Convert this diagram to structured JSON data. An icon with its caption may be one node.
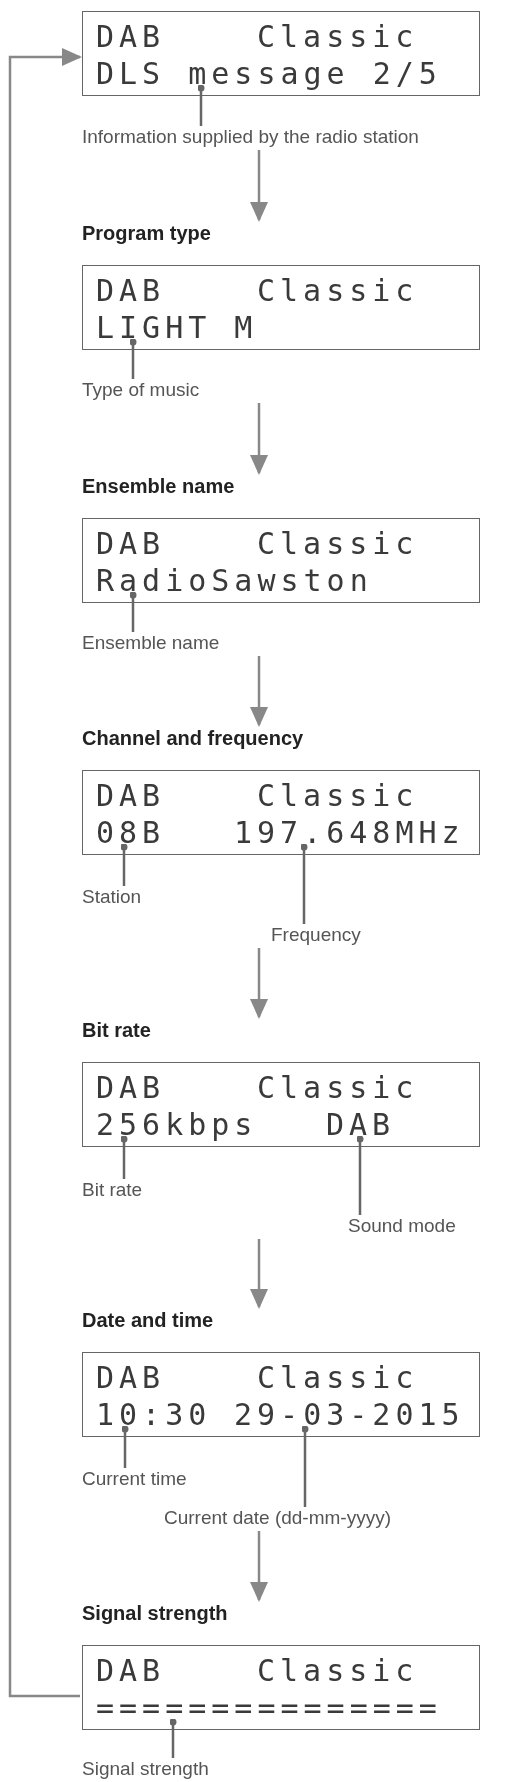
{
  "diagram": {
    "nodes": [
      {
        "text": [
          "DAB",
          "Classic",
          "DLS message 2/5"
        ]
      },
      {
        "text": [
          "Information supplied by the radio station"
        ]
      },
      {
        "text": [
          "Program type",
          "DAB",
          "Classic",
          "LIGHT M"
        ]
      },
      {
        "text": [
          "Type of music"
        ]
      },
      {
        "text": [
          "Ensemble name",
          "DAB",
          "Classic",
          "RadioSawston"
        ]
      },
      {
        "text": [
          "Ensemble name"
        ]
      },
      {
        "text": [
          "Channel and frequency",
          "DAB",
          "Classic",
          "08B",
          "197.648MHz"
        ]
      },
      {
        "text": [
          "Station"
        ]
      },
      {
        "text": [
          "Frequency"
        ]
      },
      {
        "text": [
          "Bit rate",
          "DAB",
          "Classic",
          "256kbps",
          "DAB"
        ]
      },
      {
        "text": [
          "Bit rate"
        ]
      },
      {
        "text": [
          "Sound mode"
        ]
      },
      {
        "text": [
          "Date and time",
          "DAB",
          "Classic",
          "10:30",
          "29-03-2015"
        ]
      },
      {
        "text": [
          "Current time"
        ]
      },
      {
        "text": [
          "Current date (dd-mm-yyyy)"
        ]
      },
      {
        "text": [
          "Signal strength",
          "DAB",
          "Classic",
          "==============="
        ]
      },
      {
        "text": [
          "Signal strength"
        ]
      }
    ],
    "edges": [
      {
        "from": 1,
        "to": 0,
        "arrow": "other"
      },
      {
        "from": 3,
        "to": 2,
        "arrow": "other"
      },
      {
        "from": 5,
        "to": 4,
        "arrow": "other"
      },
      {
        "from": 7,
        "to": 6,
        "arrow": "other"
      },
      {
        "from": 8,
        "to": 6,
        "arrow": "other"
      },
      {
        "from": 10,
        "to": 9,
        "arrow": "other"
      },
      {
        "from": 11,
        "to": 9,
        "arrow": "other"
      },
      {
        "from": 13,
        "to": 12,
        "arrow": "other"
      },
      {
        "from": 14,
        "to": 12,
        "arrow": "other"
      },
      {
        "from": 16,
        "to": 15,
        "arrow": "other"
      },
      {
        "from": 1,
        "to": 2,
        "arrow": "to"
      },
      {
        "from": 3,
        "to": 4,
        "arrow": "to"
      },
      {
        "from": 5,
        "to": 6,
        "arrow": "to"
      },
      {
        "from": 8,
        "to": 9,
        "arrow": "to"
      },
      {
        "from": 11,
        "to": 12,
        "arrow": "to"
      },
      {
        "from": 14,
        "to": 15,
        "arrow": "to"
      },
      {
        "from": 15,
        "to": 0,
        "arrow": "to"
      }
    ]
  }
}
